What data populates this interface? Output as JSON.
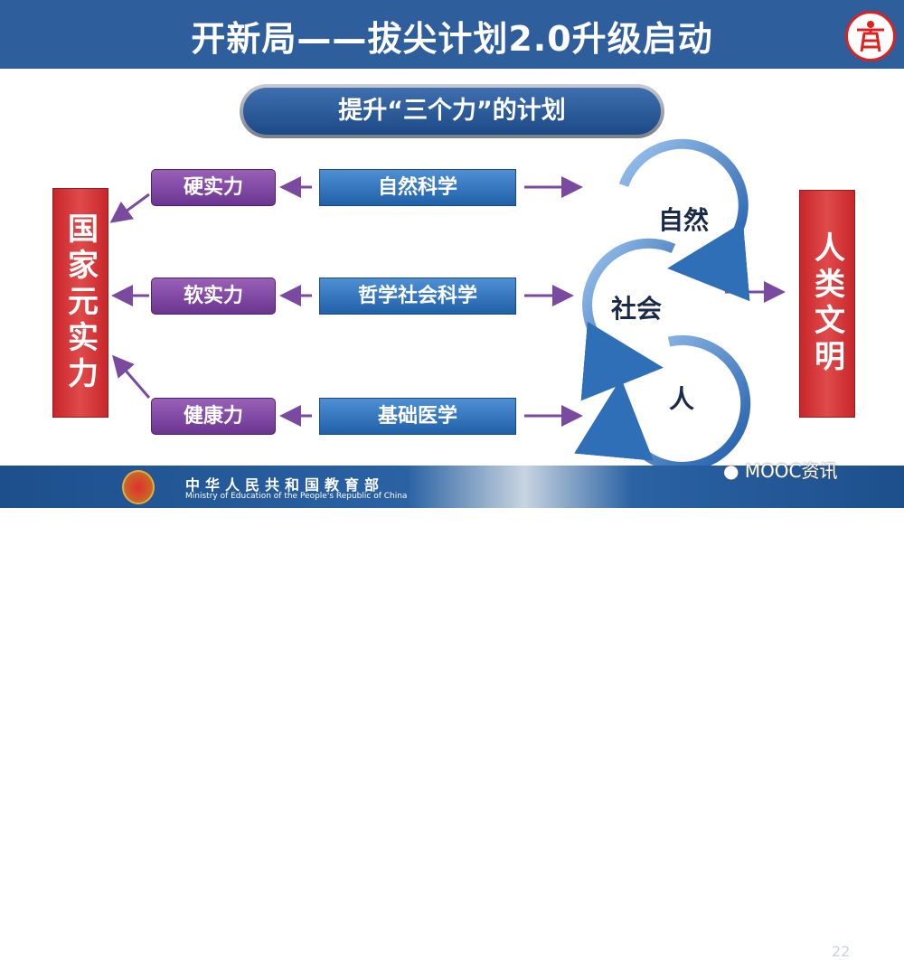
{
  "header": {
    "title": "开新局——拔尖计划2.0升级启动"
  },
  "subtitle": "提升“三个力”的计划",
  "left_box": "国家元实力",
  "right_box": "人类文明",
  "powers": [
    "硬实力",
    "软实力",
    "健康力"
  ],
  "sciences": [
    "自然科学",
    "哲学社会科学",
    "基础医学"
  ],
  "cycle": [
    "自然",
    "社会",
    "人"
  ],
  "footer": {
    "ministry_cn": "中华人民共和国教育部",
    "ministry_en": "Ministry of Education of the People's Republic of China",
    "watermark": "MOOC资讯",
    "page": "22"
  },
  "colors": {
    "header": "#2f5e9c",
    "red": "#c8262a",
    "purple": "#7a4aa0",
    "blue": "#2f6fb8"
  }
}
